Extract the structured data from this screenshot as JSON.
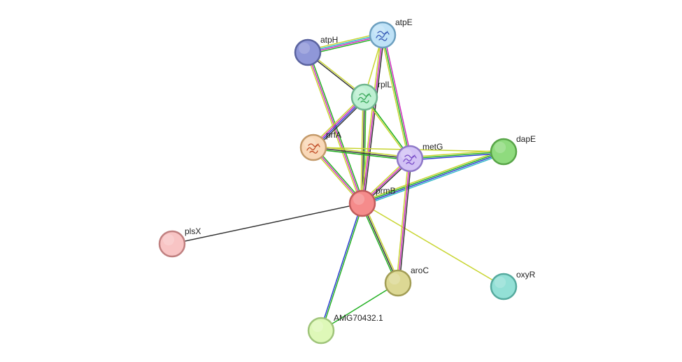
{
  "network": {
    "nodes": [
      {
        "id": "prmB",
        "label": "prmB",
        "fill": "#f58b8b",
        "stroke": "#c05c5c",
        "query": true,
        "structure": false
      },
      {
        "id": "atpH",
        "label": "atpH",
        "fill": "#8f97d8",
        "stroke": "#5a639f",
        "structure": false
      },
      {
        "id": "atpE",
        "label": "atpE",
        "fill": "#bfe2f7",
        "stroke": "#6c9fbf",
        "structure": true,
        "motif": "#3c5fb8"
      },
      {
        "id": "rplL",
        "label": "rplL",
        "fill": "#bdf0d2",
        "stroke": "#6fb690",
        "structure": true,
        "motif": "#3aa85a"
      },
      {
        "id": "prfA",
        "label": "prfA",
        "fill": "#f9d8b8",
        "stroke": "#c49a6a",
        "structure": true,
        "motif": "#c2502a"
      },
      {
        "id": "metG",
        "label": "metG",
        "fill": "#d2c2f5",
        "stroke": "#8e78c8",
        "structure": true,
        "motif": "#7b4fc9"
      },
      {
        "id": "dapE",
        "label": "dapE",
        "fill": "#8fdb7e",
        "stroke": "#58a548",
        "structure": false
      },
      {
        "id": "plsX",
        "label": "plsX",
        "fill": "#f8c4c4",
        "stroke": "#c08080",
        "structure": false
      },
      {
        "id": "aroC",
        "label": "aroC",
        "fill": "#dcd894",
        "stroke": "#a29d55",
        "structure": false
      },
      {
        "id": "oxyR",
        "label": "oxyR",
        "fill": "#93e0d6",
        "stroke": "#55aa9e",
        "structure": false
      },
      {
        "id": "AMG70432",
        "label": "AMG70432.1",
        "fill": "#def8b8",
        "stroke": "#9fc47a",
        "structure": false
      }
    ],
    "evidence_colors": {
      "textmining": "#c8d530",
      "coexpression": "#333333",
      "experiments": "#d02ac0",
      "databases": "#30b8c8",
      "neighborhood": "#22b022",
      "fusion": "#d0262a",
      "cooccurrence": "#2a3cd0",
      "homology": "#a0a0ff"
    },
    "edges": [
      {
        "from": "prmB",
        "to": "plsX",
        "types": [
          "coexpression"
        ]
      },
      {
        "from": "prmB",
        "to": "oxyR",
        "types": [
          "textmining"
        ]
      },
      {
        "from": "prmB",
        "to": "AMG70432",
        "types": [
          "neighborhood",
          "cooccurrence"
        ]
      },
      {
        "from": "prmB",
        "to": "aroC",
        "types": [
          "textmining",
          "coexpression",
          "neighborhood"
        ]
      },
      {
        "from": "prmB",
        "to": "dapE",
        "types": [
          "textmining",
          "neighborhood",
          "cooccurrence",
          "databases"
        ]
      },
      {
        "from": "prmB",
        "to": "metG",
        "types": [
          "textmining",
          "experiments",
          "coexpression"
        ]
      },
      {
        "from": "prmB",
        "to": "prfA",
        "types": [
          "textmining",
          "experiments",
          "neighborhood"
        ]
      },
      {
        "from": "prmB",
        "to": "rplL",
        "types": [
          "textmining",
          "coexpression",
          "neighborhood"
        ]
      },
      {
        "from": "prmB",
        "to": "atpH",
        "types": [
          "textmining",
          "experiments",
          "neighborhood"
        ]
      },
      {
        "from": "prmB",
        "to": "atpE",
        "types": [
          "textmining",
          "experiments",
          "coexpression"
        ]
      },
      {
        "from": "aroC",
        "to": "AMG70432",
        "types": [
          "neighborhood"
        ]
      },
      {
        "from": "aroC",
        "to": "metG",
        "types": [
          "textmining",
          "experiments",
          "coexpression"
        ]
      },
      {
        "from": "metG",
        "to": "dapE",
        "types": [
          "textmining",
          "neighborhood",
          "cooccurrence"
        ]
      },
      {
        "from": "prfA",
        "to": "dapE",
        "types": [
          "textmining"
        ]
      },
      {
        "from": "prfA",
        "to": "metG",
        "types": [
          "textmining",
          "coexpression",
          "neighborhood"
        ]
      },
      {
        "from": "prfA",
        "to": "rplL",
        "types": [
          "textmining",
          "experiments",
          "cooccurrence",
          "coexpression"
        ]
      },
      {
        "from": "metG",
        "to": "rplL",
        "types": [
          "textmining",
          "neighborhood"
        ]
      },
      {
        "from": "atpH",
        "to": "rplL",
        "types": [
          "textmining",
          "coexpression"
        ]
      },
      {
        "from": "atpE",
        "to": "rplL",
        "types": [
          "textmining"
        ]
      },
      {
        "from": "atpH",
        "to": "atpE",
        "types": [
          "textmining",
          "databases",
          "experiments",
          "neighborhood"
        ]
      },
      {
        "from": "metG",
        "to": "atpE",
        "types": [
          "textmining",
          "neighborhood",
          "experiments"
        ]
      }
    ]
  }
}
